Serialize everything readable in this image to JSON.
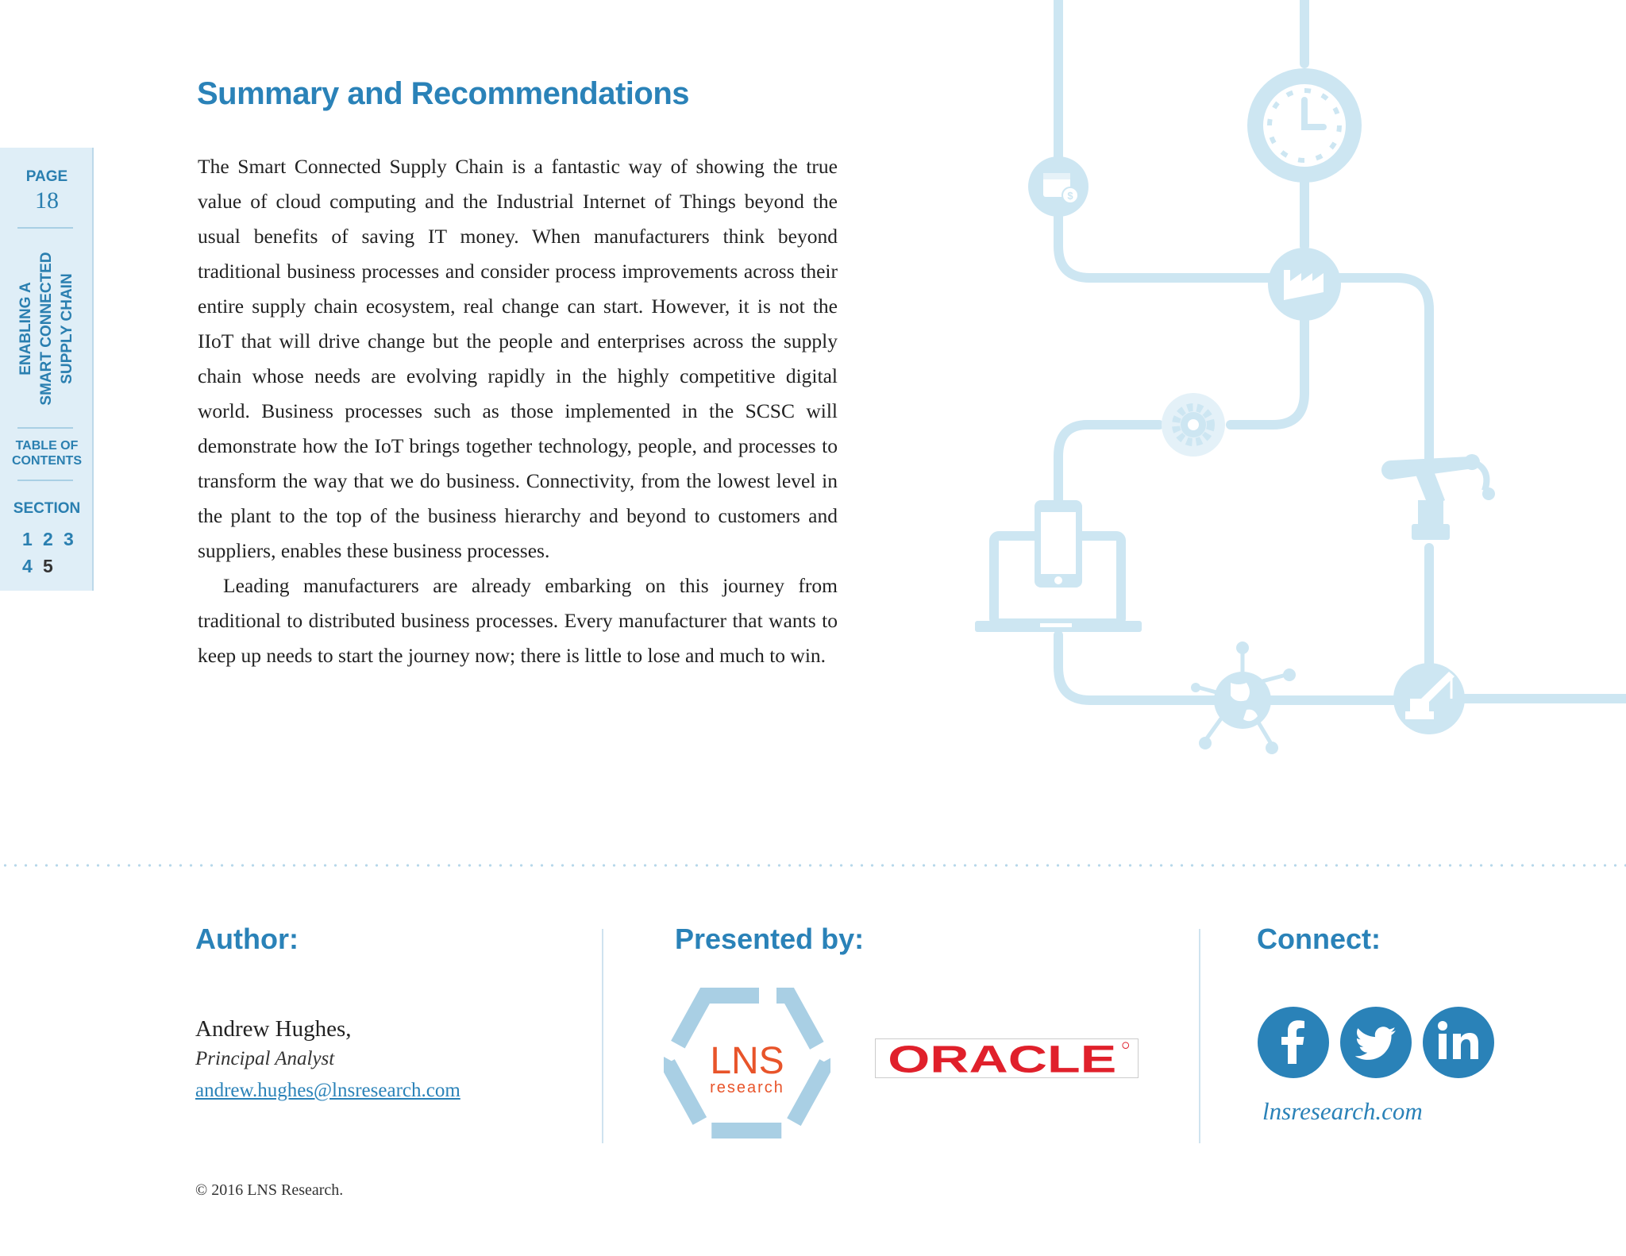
{
  "sidebar": {
    "page_label": "PAGE",
    "page_number": "18",
    "doc_title_line1": "ENABLING A",
    "doc_title_line2": "SMART CONNECTED",
    "doc_title_line3": "SUPPLY CHAIN",
    "toc_line1": "TABLE OF",
    "toc_line2": "CONTENTS",
    "section_label": "SECTION",
    "sections": [
      "1",
      "2",
      "3",
      "4",
      "5"
    ],
    "current_section": "5"
  },
  "main": {
    "title": "Summary and Recommendations",
    "paragraphs": [
      "The Smart Connected Supply Chain is a fantastic way of showing the true value of cloud computing and the Industrial Internet of Things beyond the usual benefits of saving IT money. When manufacturers think beyond traditional business processes and consider process improvements across their entire supply chain ecosystem, real change can start. However, it is not the IIoT that will drive change but the people and enterprises across the supply chain whose needs are evolving rapidly in the highly competitive digital world. Business processes such as those implemented in the SCSC will demonstrate how the IoT brings together technology, people, and processes to transform the way that we do business. Connectivity, from the lowest level in the plant to the top of the business hierarchy and beyond to customers and suppliers, enables these business processes.",
      "Leading manufacturers are already embarking on this journey from traditional to distributed business processes. Every manufacturer that wants to keep up needs to start the journey now; there is little to lose and much to win."
    ]
  },
  "illustration": {
    "color": "#cde6f2",
    "icons": [
      "clock-icon",
      "calendar-dollar-icon",
      "factory-icon",
      "gear-icon",
      "robot-arm-icon",
      "mobile-laptop-icon",
      "globe-network-icon",
      "crane-icon"
    ]
  },
  "footer": {
    "author_heading": "Author:",
    "author_name": "Andrew Hughes,",
    "author_role": "Principal Analyst",
    "author_email": "andrew.hughes@lnsresearch.com",
    "presented_heading": "Presented by:",
    "lns_logo_text": "LNS",
    "lns_logo_sub": "research",
    "oracle_logo_text": "ORACLE",
    "connect_heading": "Connect:",
    "social": [
      "facebook-icon",
      "twitter-icon",
      "linkedin-icon"
    ],
    "site": "lnsresearch.com",
    "copyright": "© 2016 LNS Research."
  },
  "colors": {
    "accent": "#2a82b8",
    "sidebar_bg": "#dfeef7",
    "illustration": "#cde6f2",
    "lns_orange": "#e8542a",
    "oracle_red": "#e0202b"
  }
}
